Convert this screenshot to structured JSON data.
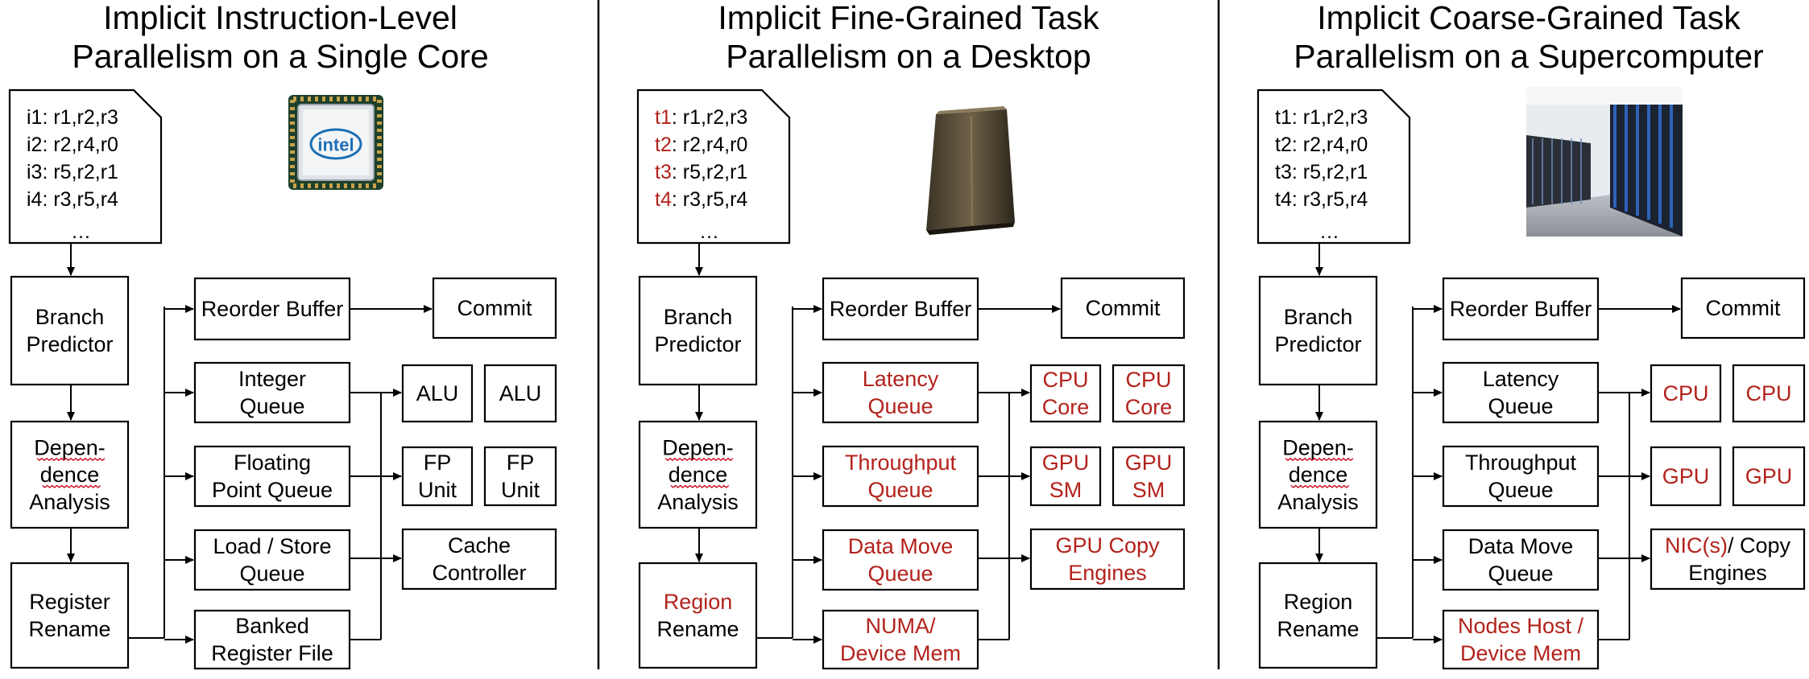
{
  "panels": [
    {
      "id": "single-core",
      "title": [
        "Implicit Instruction-Level",
        "Parallelism on a Single Core"
      ],
      "code": [
        {
          "label": "i1",
          "rest": ": r1,r2,r3",
          "label_red": false
        },
        {
          "label": "i2",
          "rest": ": r2,r4,r0",
          "label_red": false
        },
        {
          "label": "i3",
          "rest": ": r5,r2,r1",
          "label_red": false
        },
        {
          "label": "i4",
          "rest": ": r3,r5,r4",
          "label_red": false
        }
      ],
      "ellipsis": "…",
      "image": "intel-cpu-chip",
      "image_label": "intel",
      "pipeline": [
        {
          "lines": [
            {
              "t": "Branch"
            },
            {
              "t": "Predictor"
            }
          ]
        },
        {
          "lines": [
            {
              "t": "Depen-",
              "squiggle": true
            },
            {
              "t": "dence",
              "squiggle": true
            },
            {
              "t": "Analysis"
            }
          ]
        },
        {
          "lines": [
            {
              "t": "Register"
            },
            {
              "t": "Rename"
            }
          ]
        }
      ],
      "queues": [
        {
          "lines": [
            {
              "t": "Reorder Buffer"
            }
          ]
        },
        {
          "lines": [
            {
              "t": "Integer"
            },
            {
              "t": "Queue"
            }
          ]
        },
        {
          "lines": [
            {
              "t": "Floating"
            },
            {
              "t": "Point Queue"
            }
          ]
        },
        {
          "lines": [
            {
              "t": "Load / Store"
            },
            {
              "t": "Queue"
            }
          ]
        },
        {
          "lines": [
            {
              "t": "Banked"
            },
            {
              "t": "Register File"
            }
          ]
        }
      ],
      "units": {
        "commit": [
          {
            "t": "Commit"
          }
        ],
        "row1": [
          [
            {
              "t": "ALU"
            }
          ],
          [
            {
              "t": "ALU"
            }
          ]
        ],
        "row2": [
          [
            {
              "t": "FP"
            },
            {
              "t": "Unit"
            }
          ],
          [
            {
              "t": "FP"
            },
            {
              "t": "Unit"
            }
          ]
        ],
        "row3": [
          {
            "t": "Cache"
          },
          {
            "t": "Controller"
          }
        ]
      }
    },
    {
      "id": "desktop",
      "title": [
        "Implicit Fine-Grained Task",
        "Parallelism on a Desktop"
      ],
      "code": [
        {
          "label": "t1",
          "rest": ": r1,r2,r3",
          "label_red": true
        },
        {
          "label": "t2",
          "rest": ": r2,r4,r0",
          "label_red": true
        },
        {
          "label": "t3",
          "rest": ": r5,r2,r1",
          "label_red": true
        },
        {
          "label": "t4",
          "rest": ": r3,r5,r4",
          "label_red": true
        }
      ],
      "ellipsis": "…",
      "image": "desktop-workstation",
      "image_label": "",
      "pipeline": [
        {
          "lines": [
            {
              "t": "Branch"
            },
            {
              "t": "Predictor"
            }
          ]
        },
        {
          "lines": [
            {
              "t": "Depen-",
              "squiggle": true
            },
            {
              "t": "dence",
              "squiggle": true
            },
            {
              "t": "Analysis"
            }
          ]
        },
        {
          "lines": [
            {
              "t": "Region",
              "red": true
            },
            {
              "t": "Rename"
            }
          ]
        }
      ],
      "queues": [
        {
          "lines": [
            {
              "t": "Reorder Buffer"
            }
          ]
        },
        {
          "lines": [
            {
              "t": "Latency",
              "red": true
            },
            {
              "t": "Queue",
              "red": true
            }
          ]
        },
        {
          "lines": [
            {
              "t": "Throughput",
              "red": true
            },
            {
              "t": "Queue",
              "red": true
            }
          ]
        },
        {
          "lines": [
            {
              "t": "Data Move",
              "red": true
            },
            {
              "t": "Queue",
              "red": true
            }
          ]
        },
        {
          "lines": [
            {
              "t": "NUMA/",
              "red": true
            },
            {
              "t": "Device Mem",
              "red": true
            }
          ]
        }
      ],
      "units": {
        "commit": [
          {
            "t": "Commit"
          }
        ],
        "row1": [
          [
            {
              "t": "CPU",
              "red": true
            },
            {
              "t": "Core",
              "red": true
            }
          ],
          [
            {
              "t": "CPU",
              "red": true
            },
            {
              "t": "Core",
              "red": true
            }
          ]
        ],
        "row2": [
          [
            {
              "t": "GPU",
              "red": true
            },
            {
              "t": "SM",
              "red": true
            }
          ],
          [
            {
              "t": "GPU",
              "red": true
            },
            {
              "t": "SM",
              "red": true
            }
          ]
        ],
        "row3": [
          {
            "t": "GPU Copy",
            "red": true
          },
          {
            "t": "Engines",
            "red": true
          }
        ]
      }
    },
    {
      "id": "supercomputer",
      "title": [
        "Implicit Coarse-Grained Task",
        "Parallelism on a Supercomputer"
      ],
      "code": [
        {
          "label": "t1",
          "rest": ": r1,r2,r3",
          "label_red": false
        },
        {
          "label": "t2",
          "rest": ": r2,r4,r0",
          "label_red": false
        },
        {
          "label": "t3",
          "rest": ": r5,r2,r1",
          "label_red": false
        },
        {
          "label": "t4",
          "rest": ": r3,r5,r4",
          "label_red": false
        }
      ],
      "ellipsis": "…",
      "image": "supercomputer-racks",
      "image_label": "",
      "pipeline": [
        {
          "lines": [
            {
              "t": "Branch"
            },
            {
              "t": "Predictor"
            }
          ]
        },
        {
          "lines": [
            {
              "t": "Depen-",
              "squiggle": true
            },
            {
              "t": "dence",
              "squiggle": true
            },
            {
              "t": "Analysis"
            }
          ]
        },
        {
          "lines": [
            {
              "t": "Region"
            },
            {
              "t": "Rename"
            }
          ]
        }
      ],
      "queues": [
        {
          "lines": [
            {
              "t": "Reorder Buffer"
            }
          ]
        },
        {
          "lines": [
            {
              "t": "Latency"
            },
            {
              "t": "Queue"
            }
          ]
        },
        {
          "lines": [
            {
              "t": "Throughput"
            },
            {
              "t": "Queue"
            }
          ]
        },
        {
          "lines": [
            {
              "t": "Data Move"
            },
            {
              "t": "Queue"
            }
          ]
        },
        {
          "lines": [
            {
              "t": "Nodes Host /",
              "red": true
            },
            {
              "t": "Device Mem",
              "red": true
            }
          ]
        }
      ],
      "units": {
        "commit": [
          {
            "t": "Commit"
          }
        ],
        "row1": [
          [
            {
              "t": "CPU",
              "red": true
            }
          ],
          [
            {
              "t": "CPU",
              "red": true
            }
          ]
        ],
        "row2": [
          [
            {
              "t": "GPU",
              "red": true
            }
          ],
          [
            {
              "t": "GPU",
              "red": true
            }
          ]
        ],
        "row3": [
          [
            {
              "t": "NIC(s)",
              "red": true
            },
            {
              "t": "/ Copy"
            }
          ],
          [
            {
              "t": "Engines"
            }
          ]
        ]
      }
    }
  ]
}
